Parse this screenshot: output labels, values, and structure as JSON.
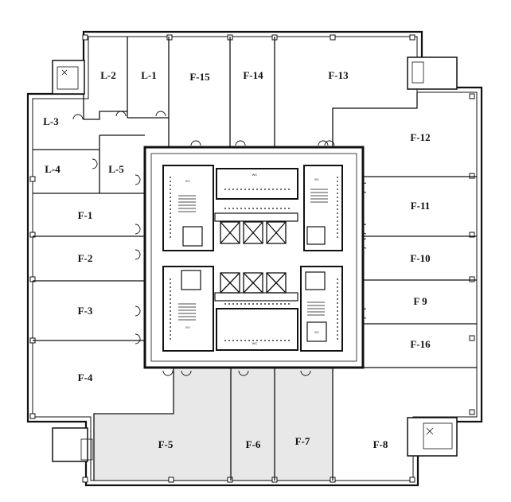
{
  "floor_plan": {
    "colors": {
      "wall": "#111111",
      "highlight": "#e8e8e8",
      "background": "#ffffff"
    },
    "rooms": [
      {
        "id": "L-2",
        "label": "L-2"
      },
      {
        "id": "L-1",
        "label": "L-1"
      },
      {
        "id": "F-15",
        "label": "F-15"
      },
      {
        "id": "F-14",
        "label": "F-14"
      },
      {
        "id": "F-13",
        "label": "F-13"
      },
      {
        "id": "L-3",
        "label": "L-3"
      },
      {
        "id": "L-4",
        "label": "L-4"
      },
      {
        "id": "L-5",
        "label": "L-5"
      },
      {
        "id": "F-12",
        "label": "F-12"
      },
      {
        "id": "F-1",
        "label": "F-1"
      },
      {
        "id": "F-11",
        "label": "F-11"
      },
      {
        "id": "F-2",
        "label": "F-2"
      },
      {
        "id": "F-10",
        "label": "F-10"
      },
      {
        "id": "F-3",
        "label": "F-3"
      },
      {
        "id": "F9",
        "label": "F 9"
      },
      {
        "id": "F-16",
        "label": "F-16"
      },
      {
        "id": "F-4",
        "label": "F-4"
      },
      {
        "id": "F-5",
        "label": "F-5",
        "highlighted": true
      },
      {
        "id": "F-6",
        "label": "F-6",
        "highlighted": true
      },
      {
        "id": "F-7",
        "label": "F-7",
        "highlighted": true
      },
      {
        "id": "F-8",
        "label": "F-8"
      }
    ],
    "core": {
      "elevator_count": 6,
      "stairwells": 4
    }
  }
}
